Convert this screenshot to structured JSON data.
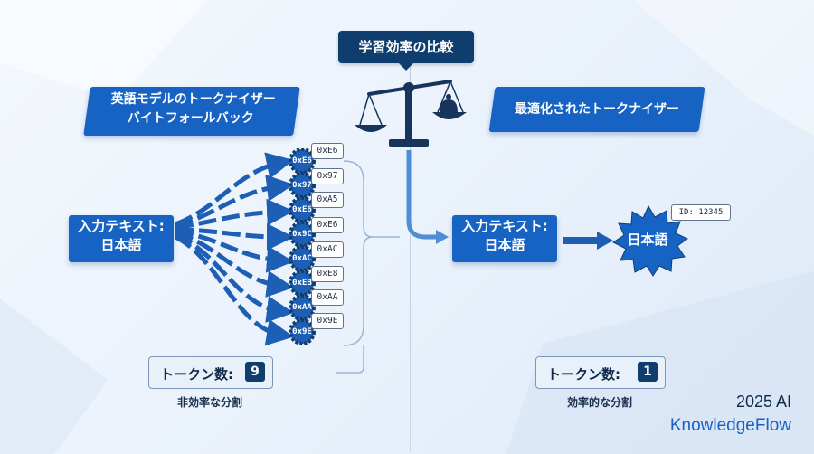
{
  "title": "学習効率の比較",
  "left": {
    "banner_line1": "英語モデルのトークナイザー",
    "banner_line2": "バイトフォールバック",
    "input_line1": "入力テキスト:",
    "input_line2": "日本語",
    "tokens": [
      {
        "label": "0xE6",
        "chip": "0xE6"
      },
      {
        "label": "0x97",
        "chip": "0x97"
      },
      {
        "label": "0xA5",
        "chip": "0xE6"
      },
      {
        "label": "0xE6",
        "chip": "0x9C"
      },
      {
        "label": "0xAC",
        "chip": "0xAC"
      },
      {
        "label": "0xE8",
        "chip": "0xEB"
      },
      {
        "label": "0xAA",
        "chip": "0xAA"
      },
      {
        "label": "0x9E",
        "chip": "0x9E"
      }
    ],
    "count_label": "トークン数:",
    "count_value": "9",
    "caption": "非効率な分割"
  },
  "right": {
    "banner": "最適化されたトークナイザー",
    "input_line1": "入力テキスト:",
    "input_line2": "日本語",
    "token_text": "日本語",
    "token_id": "ID: 12345",
    "count_label": "トークン数:",
    "count_value": "1",
    "caption": "効率的な分割"
  },
  "brand": {
    "year": "2025 AI",
    "name": "KnowledgeFlow"
  },
  "colors": {
    "primary": "#1763c4",
    "dark": "#0f3e6e",
    "background": "#eef4fb"
  }
}
